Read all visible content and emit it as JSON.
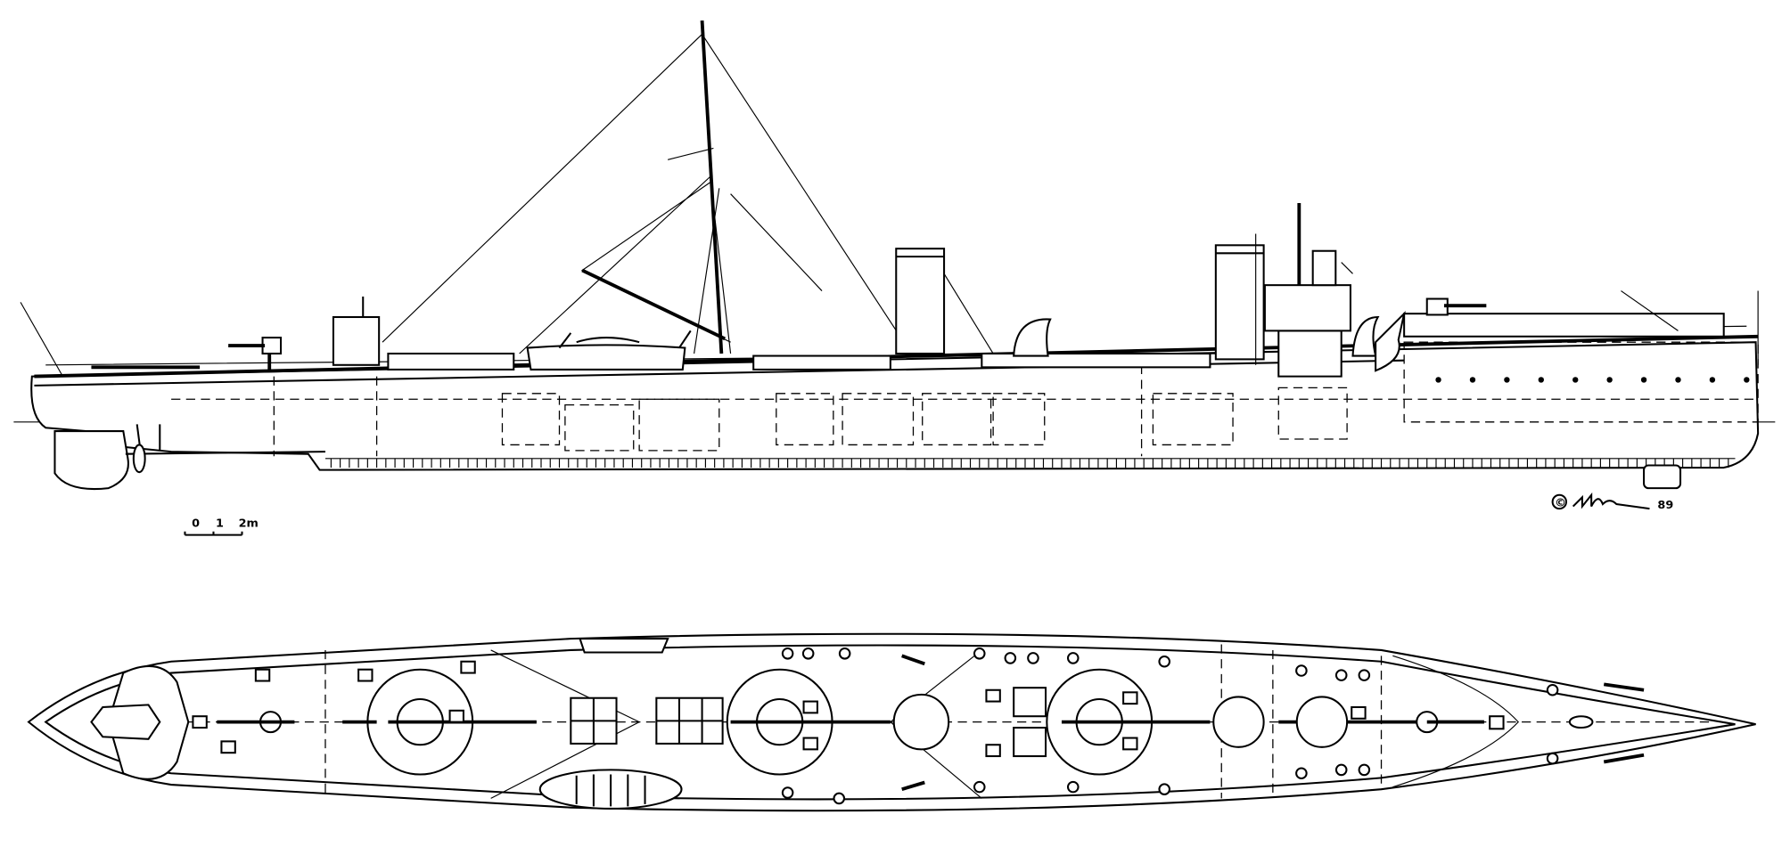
{
  "drawing": {
    "views": [
      "side-elevation",
      "plan-view"
    ],
    "scale_bar": {
      "ticks": [
        "0",
        "1",
        "2m"
      ]
    },
    "signature": {
      "copyright": "©",
      "year": "89"
    },
    "colors": {
      "ink": "#000000",
      "paper": "#ffffff"
    }
  }
}
